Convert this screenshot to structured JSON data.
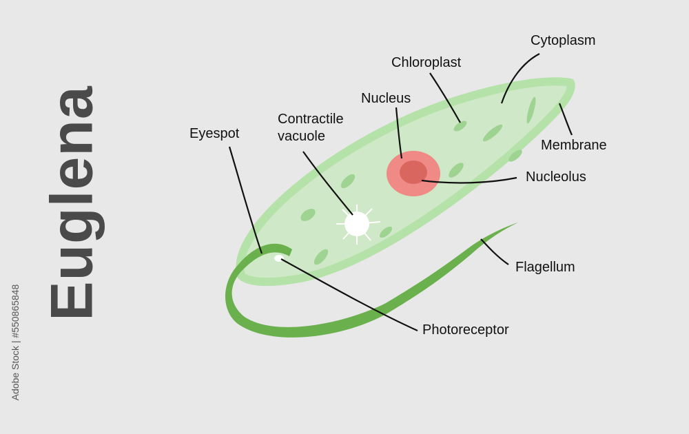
{
  "title": "Euglena",
  "credit": "Adobe Stock | #550865848",
  "labels": {
    "cytoplasm": "Cytoplasm",
    "chloroplast": "Chloroplast",
    "nucleus": "Nucleus",
    "contractile_vacuole_line1": "Contractile",
    "contractile_vacuole_line2": "vacuole",
    "eyespot": "Eyespot",
    "membrane": "Membrane",
    "nucleolus": "Nucleolus",
    "flagellum": "Flagellum",
    "photoreceptor": "Photoreceptor"
  },
  "colors": {
    "background": "#e8e8e8",
    "cell_fill": "#cfe8c7",
    "membrane": "#b5e2a8",
    "chloroplast": "#9fd391",
    "nucleus": "#ef8a86",
    "nucleolus": "#d9665f",
    "flagellum": "#6ab04c",
    "vacuole": "#ffffff",
    "title": "#4a4a4a"
  }
}
